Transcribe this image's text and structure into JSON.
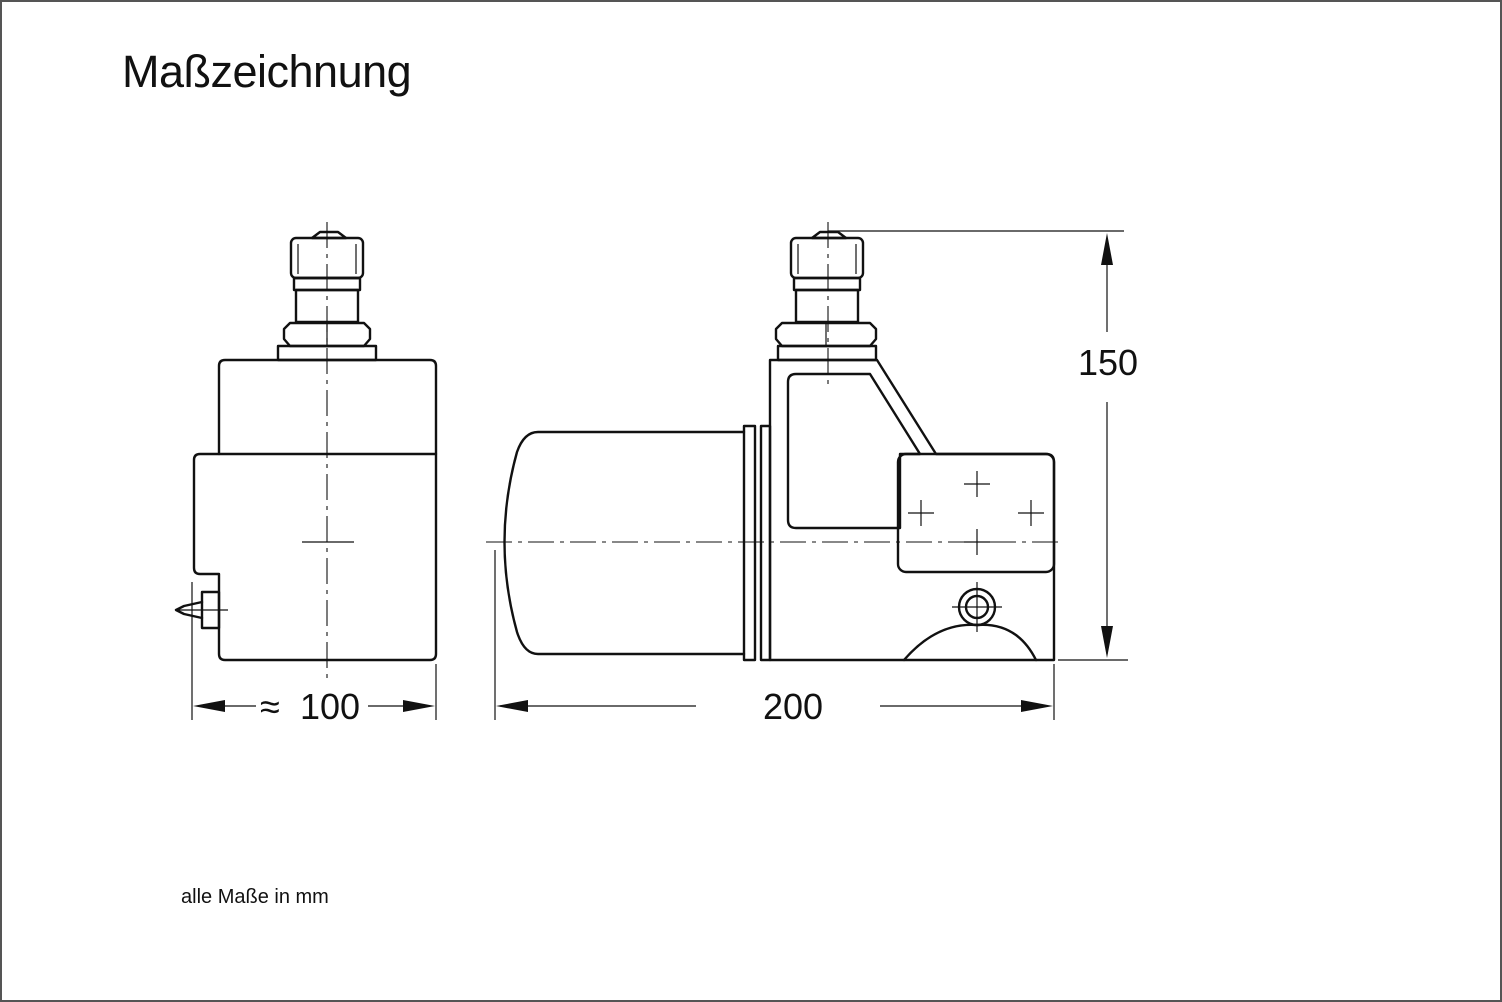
{
  "title": "Maßzeichnung",
  "units_note": "alle Maße in mm",
  "dimensions": {
    "width_front": {
      "prefix": "≈",
      "value": "100"
    },
    "length_side": {
      "value": "200"
    },
    "height_side": {
      "value": "150"
    }
  }
}
